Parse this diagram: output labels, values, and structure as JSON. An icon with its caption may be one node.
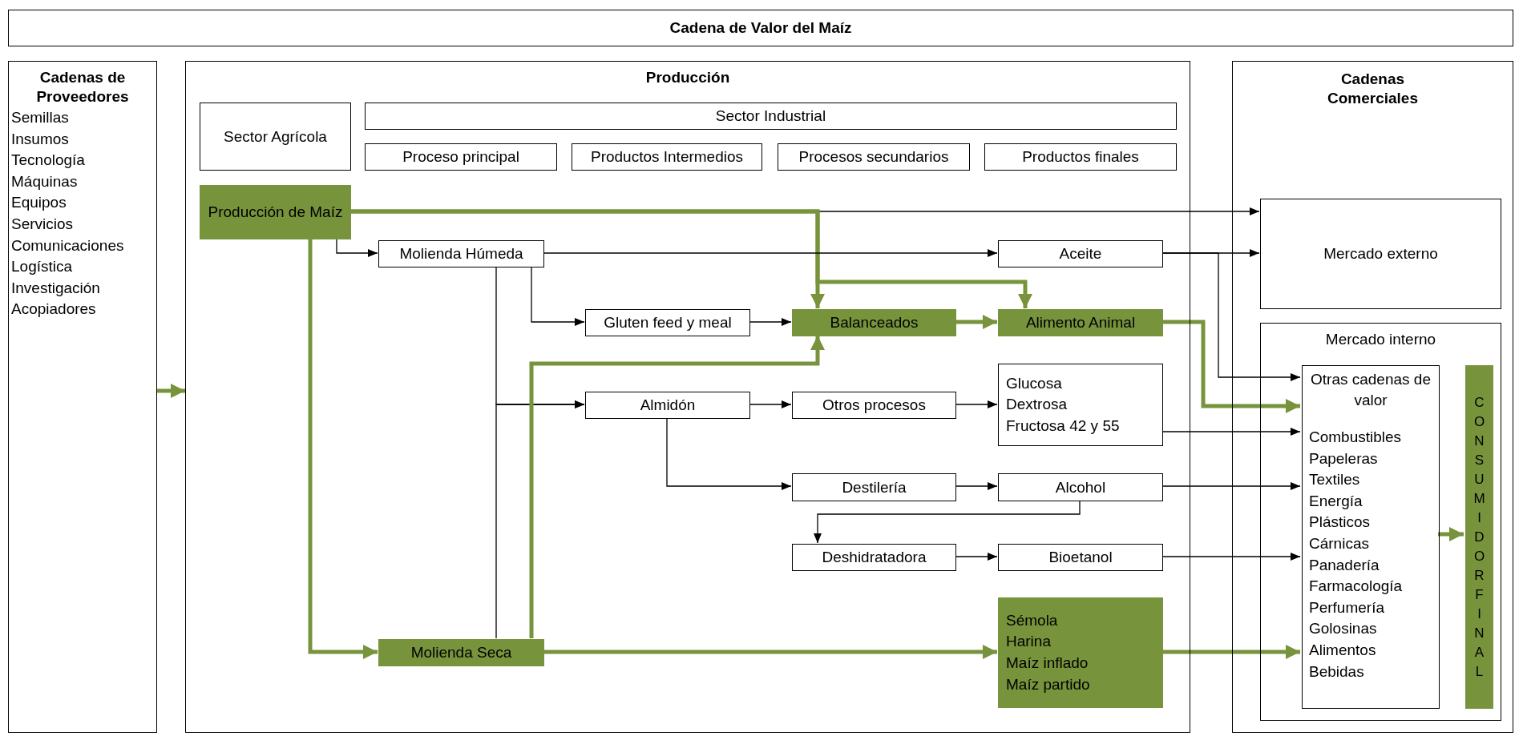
{
  "diagram": {
    "title": "Cadena de Valor del Maíz",
    "nodes": [
      {
        "text": [
          "Cadenas de Proveedores",
          "Semillas",
          "Insumos",
          "Tecnología",
          "Máquinas",
          "Equipos",
          "Servicios",
          "Comunicaciones",
          "Logística",
          "Investigación",
          "Acopiadores"
        ]
      },
      {
        "text": [
          "Producción"
        ]
      },
      {
        "text": [
          "Sector Agrícola"
        ],
        "in": 1
      },
      {
        "text": [
          "Sector Industrial"
        ],
        "in": 1
      },
      {
        "text": [
          "Proceso principal"
        ],
        "in": 1
      },
      {
        "text": [
          "Productos Intermedios"
        ],
        "in": 1
      },
      {
        "text": [
          "Procesos secundarios"
        ],
        "in": 1
      },
      {
        "text": [
          "Productos finales"
        ],
        "in": 1
      },
      {
        "text": [
          "Producción de Maíz"
        ],
        "in": 1
      },
      {
        "text": [
          "Molienda Húmeda"
        ],
        "in": 1
      },
      {
        "text": [
          "Aceite"
        ],
        "in": 1
      },
      {
        "text": [
          "Gluten feed y meal"
        ],
        "in": 1
      },
      {
        "text": [
          "Balanceados"
        ],
        "in": 1
      },
      {
        "text": [
          "Alimento Animal"
        ],
        "in": 1
      },
      {
        "text": [
          "Almidón"
        ],
        "in": 1
      },
      {
        "text": [
          "Otros procesos"
        ],
        "in": 1
      },
      {
        "text": [
          "Glucosa",
          "Dextrosa",
          "Fructosa 42 y 55"
        ],
        "in": 1
      },
      {
        "text": [
          "Destilería"
        ],
        "in": 1
      },
      {
        "text": [
          "Alcohol"
        ],
        "in": 1
      },
      {
        "text": [
          "Deshidratadora"
        ],
        "in": 1
      },
      {
        "text": [
          "Bioetanol"
        ],
        "in": 1
      },
      {
        "text": [
          "Molienda Seca"
        ],
        "in": 1
      },
      {
        "text": [
          "Sémola",
          "Harina",
          "Maíz inflado",
          "Maíz partido"
        ],
        "in": 1
      },
      {
        "text": [
          "Cadenas Comerciales"
        ]
      },
      {
        "text": [
          "Mercado externo"
        ],
        "in": 23
      },
      {
        "text": [
          "Mercado interno"
        ],
        "in": 23
      },
      {
        "text": [
          "Otras cadenas de valor",
          "Combustibles",
          "Papeleras",
          "Textiles",
          "Energía",
          "Plásticos",
          "Cárnicas",
          "Panadería",
          "Farmacología",
          "Perfumería",
          "Golosinas",
          "Alimentos",
          "Bebidas"
        ],
        "in": 25
      },
      {
        "text": [
          "CONSUMIDOR FINAL"
        ],
        "in": 25
      }
    ],
    "edges": [
      {
        "from": 0,
        "to": 1,
        "arrow": "to",
        "style": "thick",
        "color": "#77933c"
      },
      {
        "from": 8,
        "to": 24,
        "arrow": "to"
      },
      {
        "from": 8,
        "to": 12,
        "arrow": "to",
        "style": "thick",
        "color": "#77933c"
      },
      {
        "from": 8,
        "to": 13,
        "arrow": "to",
        "style": "thick",
        "color": "#77933c"
      },
      {
        "from": 8,
        "to": 9,
        "arrow": "to"
      },
      {
        "from": 8,
        "to": 21,
        "arrow": "to",
        "style": "thick",
        "color": "#77933c"
      },
      {
        "from": 9,
        "to": 10,
        "arrow": "to"
      },
      {
        "from": 9,
        "to": 11,
        "arrow": "to"
      },
      {
        "from": 9,
        "to": 14,
        "arrow": "to"
      },
      {
        "from": 21,
        "to": 14,
        "arrow": "to"
      },
      {
        "from": 11,
        "to": 12,
        "arrow": "to"
      },
      {
        "from": 21,
        "to": 12,
        "arrow": "to",
        "style": "thick",
        "color": "#77933c"
      },
      {
        "from": 12,
        "to": 13,
        "arrow": "to",
        "style": "thick",
        "color": "#77933c"
      },
      {
        "from": 14,
        "to": 15,
        "arrow": "to"
      },
      {
        "from": 14,
        "to": 17,
        "arrow": "to"
      },
      {
        "from": 15,
        "to": 16,
        "arrow": "to"
      },
      {
        "from": 17,
        "to": 18,
        "arrow": "to"
      },
      {
        "from": 18,
        "to": 19,
        "arrow": "to"
      },
      {
        "from": 19,
        "to": 20,
        "arrow": "to"
      },
      {
        "from": 21,
        "to": 22,
        "arrow": "to",
        "style": "thick",
        "color": "#77933c"
      },
      {
        "from": 10,
        "to": 24,
        "arrow": "to"
      },
      {
        "from": 10,
        "to": 26,
        "arrow": "to"
      },
      {
        "from": 13,
        "to": 26,
        "arrow": "to",
        "style": "thick",
        "color": "#77933c"
      },
      {
        "from": 16,
        "to": 26,
        "arrow": "to"
      },
      {
        "from": 18,
        "to": 26,
        "arrow": "to"
      },
      {
        "from": 20,
        "to": 26,
        "arrow": "to"
      },
      {
        "from": 22,
        "to": 26,
        "arrow": "to",
        "style": "thick",
        "color": "#77933c"
      },
      {
        "from": 26,
        "to": 27,
        "arrow": "to",
        "style": "thick",
        "color": "#77933c"
      }
    ]
  }
}
